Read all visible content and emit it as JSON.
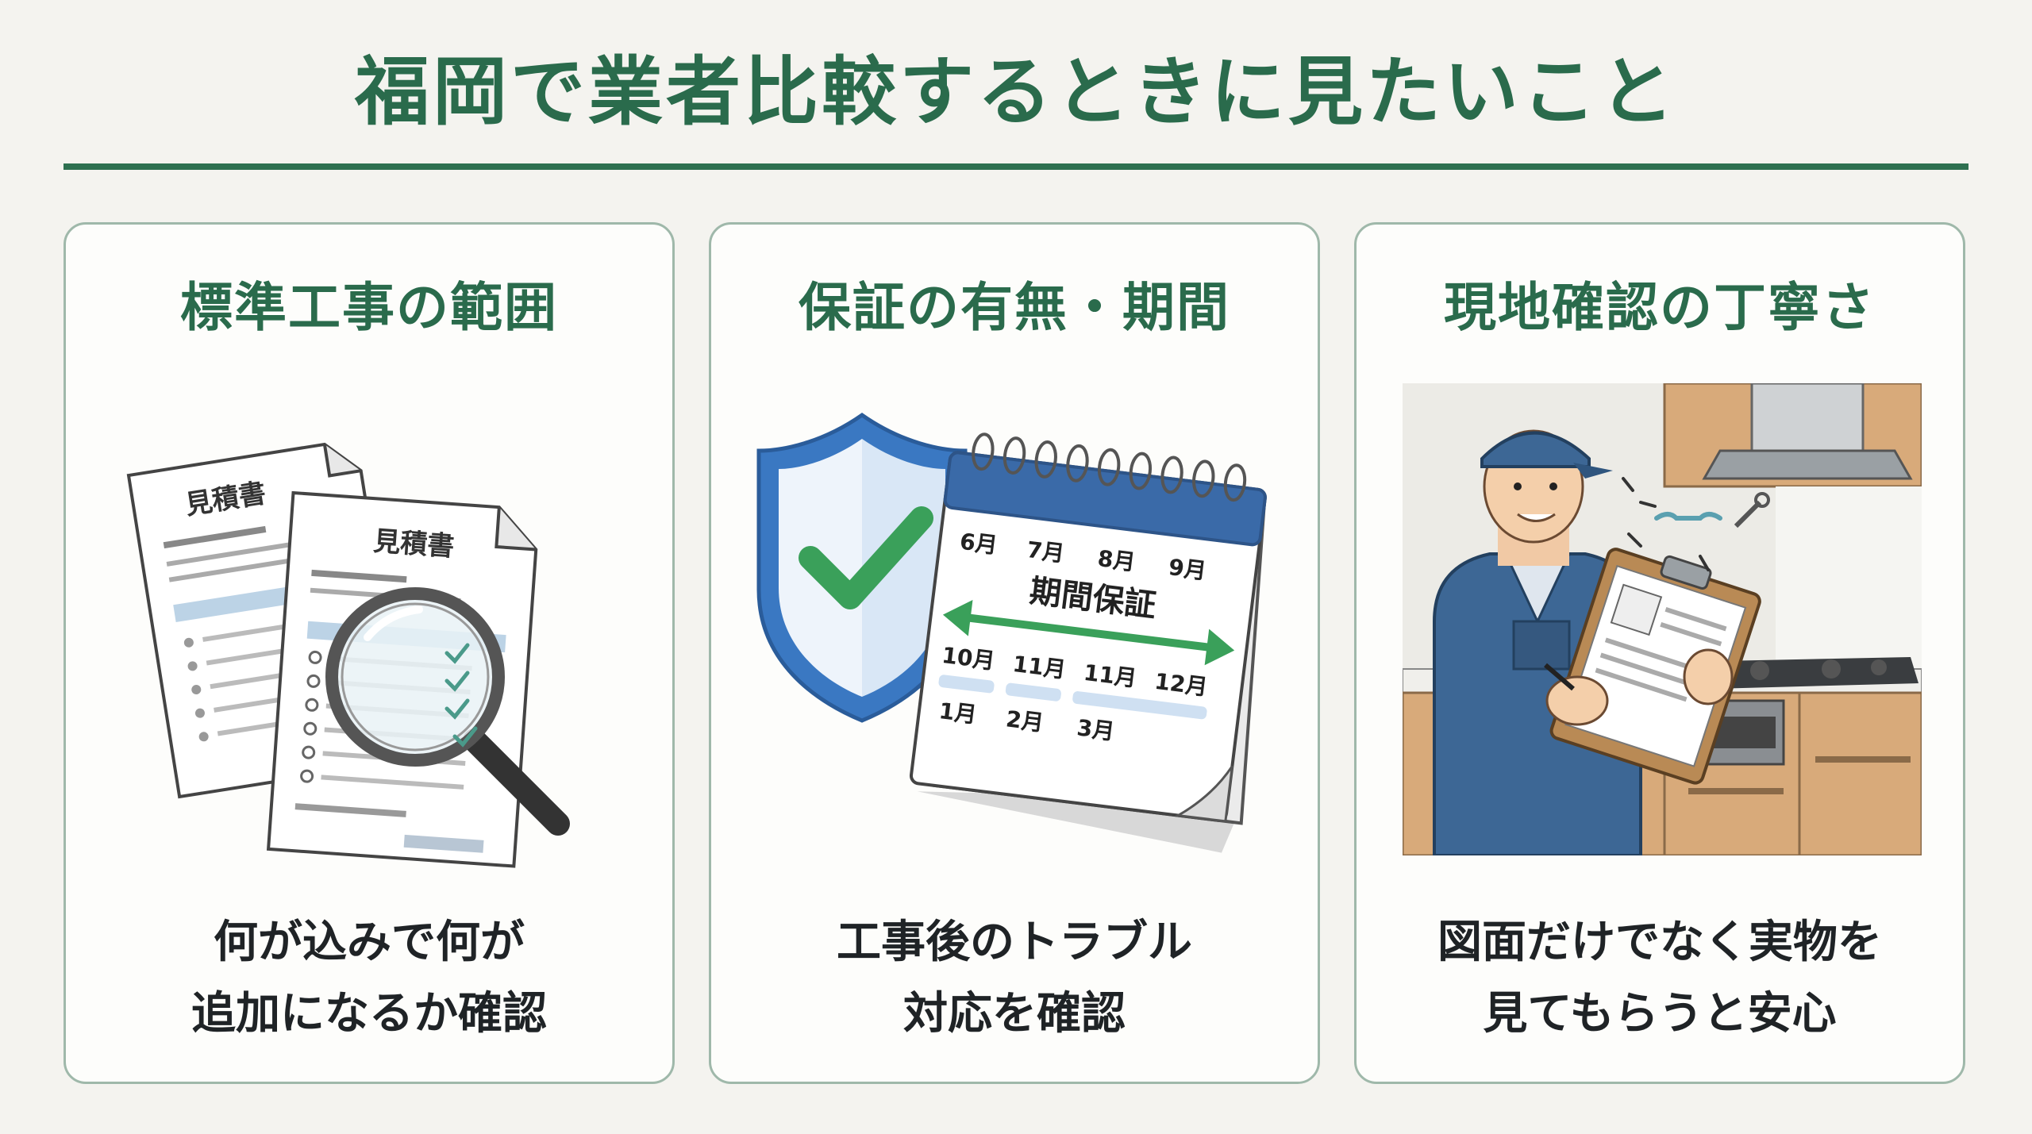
{
  "page": {
    "title": "福岡で業者比較するときに見たいこと"
  },
  "cards": [
    {
      "heading": "標準工事の範囲",
      "desc_lines": [
        "何が込みで何が",
        "追加になるか確認"
      ],
      "doc_label_back": "見積書",
      "doc_label_front": "見積書"
    },
    {
      "heading": "保証の有無・期間",
      "desc_lines": [
        "工事後のトラブル",
        "対応を確認"
      ],
      "calendar": {
        "row1": [
          "6月",
          "7月",
          "8月",
          "9月"
        ],
        "banner": "期間保証",
        "row2": [
          "10月",
          "11月",
          "11月",
          "12月"
        ],
        "row3": [
          "1月",
          "2月",
          "3月"
        ]
      }
    },
    {
      "heading": "現地確認の丁寧さ",
      "desc_lines": [
        "図面だけでなく実物を",
        "見てもらうと安心"
      ]
    }
  ],
  "colors": {
    "accent_green": "#2a6b4c",
    "shield_blue": "#3a78c2",
    "check_green": "#3aa05a",
    "card_border": "#9fb8aa",
    "background": "#f4f3ef"
  },
  "icons": [
    "document-icon",
    "magnifier-icon",
    "shield-check-icon",
    "calendar-icon",
    "worker-icon",
    "clipboard-icon",
    "wrench-icon"
  ]
}
